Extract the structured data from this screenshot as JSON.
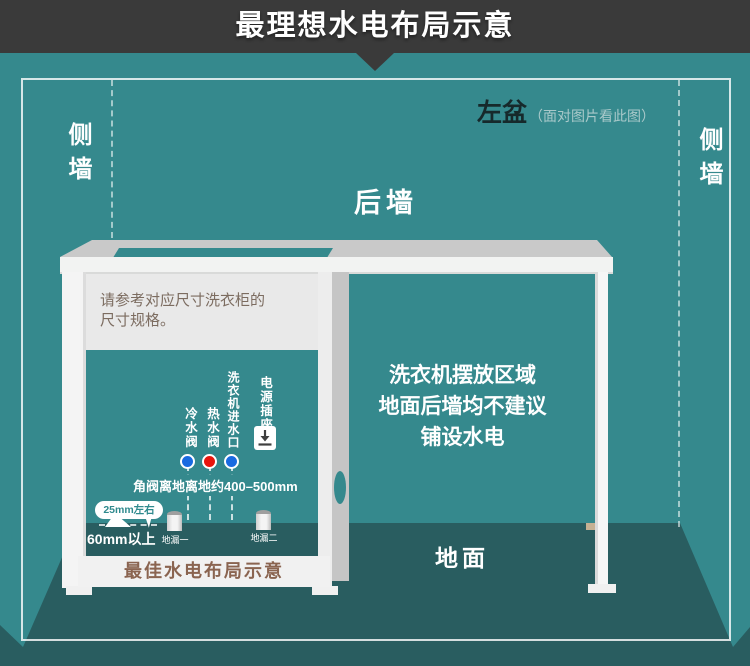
{
  "banner": {
    "title": "最理想水电布局示意"
  },
  "room": {
    "left_wall": "侧墙",
    "right_wall": "侧墙",
    "back_wall": "后墙",
    "floor": "地面",
    "basin_label": "左盆",
    "basin_note": "（面对图片看此图）",
    "placement_lines": [
      "洗衣机摆放区域",
      "地面后墙均不建议",
      "铺设水电"
    ]
  },
  "cabinet": {
    "size_note_line1": "请参考对应尺寸洗衣柜的",
    "size_note_line2": "尺寸规格。",
    "caption": "最佳水电布局示意",
    "valves": [
      {
        "label": "冷水阀",
        "color_key": "valve_blue"
      },
      {
        "label": "热水阀",
        "color_key": "valve_red"
      },
      {
        "label": "洗衣机进水口",
        "color_key": "valve_blue"
      }
    ],
    "socket_label": "电源插座",
    "height_note": "角阀离地离地约400–500mm",
    "bubble_note": "25mm左右",
    "clearance_note": "60mm以上",
    "drain1_label": "地漏一",
    "drain2_label": "地漏二"
  },
  "colors": {
    "wall": "#35898d",
    "floor": "#295d60",
    "banner_bg": "#3a3a3a",
    "valve_blue": "#1a6ae0",
    "valve_red": "#e8150d",
    "counter_top": "#c9c9c9",
    "counter_front": "#f2f3f2",
    "caption_text": "#8a6450",
    "note_text": "#7c6c60",
    "bubble_text": "#2f8a8e"
  }
}
